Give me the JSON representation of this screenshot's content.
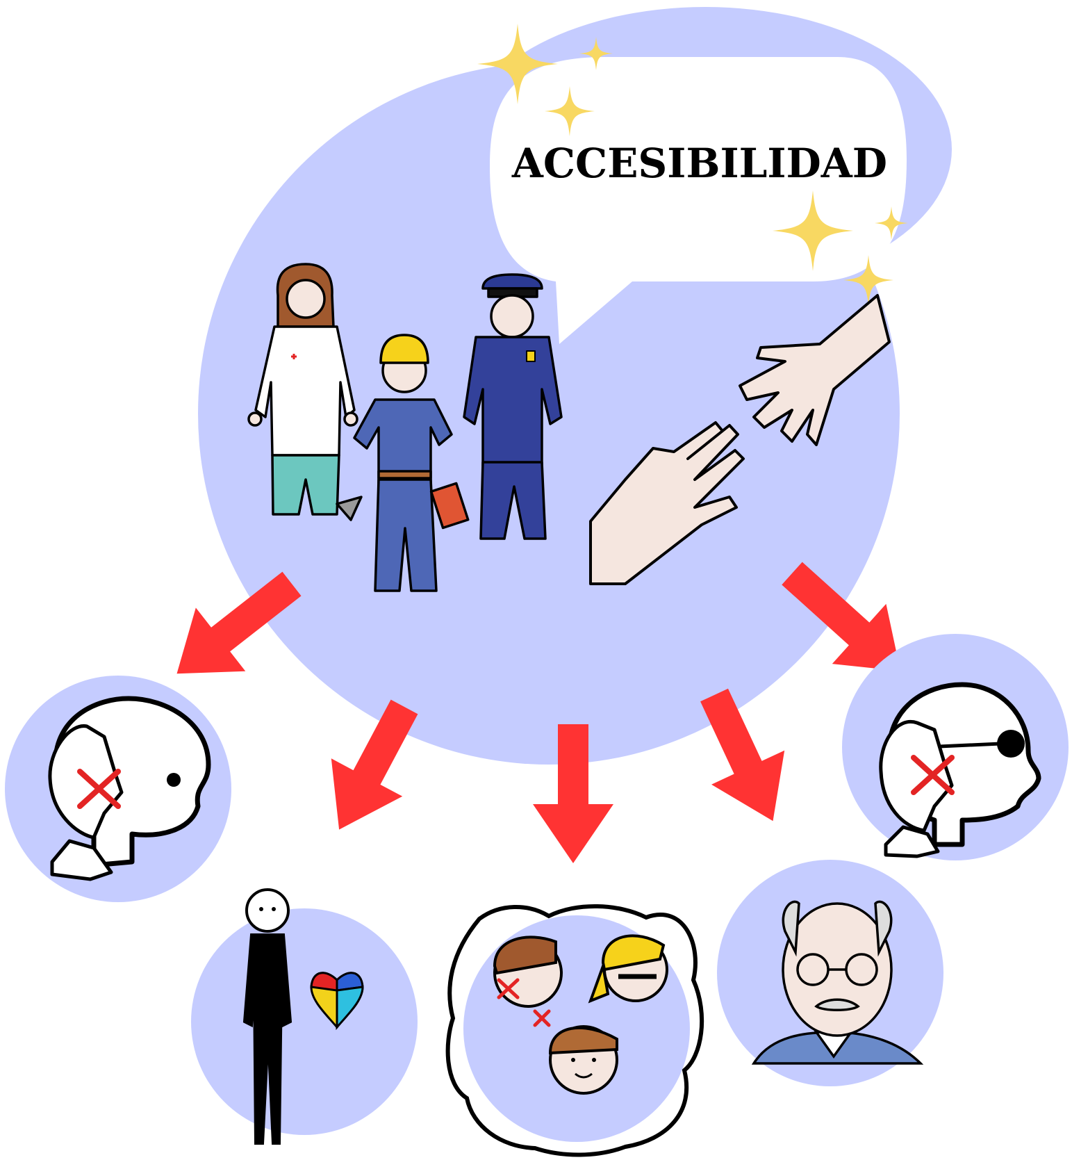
{
  "title": "ACCESIBILIDAD",
  "colors": {
    "bubble": "#c5ccff",
    "arrow": "#ff3333",
    "sparkle": "#f8d862",
    "skin": "#f5e6df",
    "outline": "#000000",
    "cross": "#e32424"
  },
  "groups": [
    {
      "id": "hearing",
      "icon": "deaf-person-icon"
    },
    {
      "id": "autism",
      "icon": "autism-person-icon"
    },
    {
      "id": "diversity",
      "icon": "diverse-people-icon"
    },
    {
      "id": "elderly",
      "icon": "elderly-person-icon"
    },
    {
      "id": "blind",
      "icon": "blind-person-icon"
    }
  ]
}
